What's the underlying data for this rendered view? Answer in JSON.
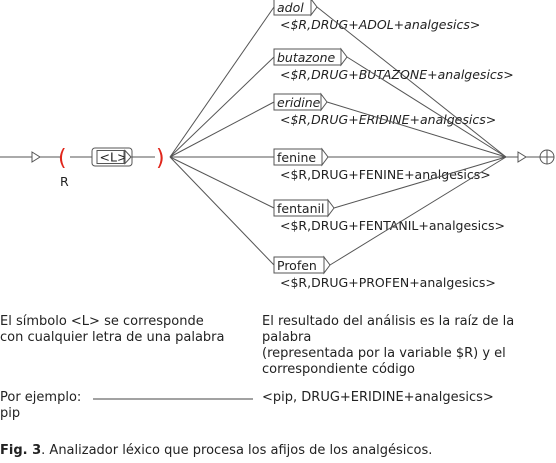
{
  "graph": {
    "left_paren": "(",
    "right_paren": ")",
    "r_output": "R",
    "l_box": "<L>",
    "branches": [
      {
        "box": "adol",
        "italic": true,
        "output": "<$R,DRUG+ADOL+analgesics>"
      },
      {
        "box": "butazone",
        "italic": true,
        "output": "<$R,DRUG+BUTAZONE+analgesics>"
      },
      {
        "box": "eridine",
        "italic": true,
        "output": "<$R,DRUG+ERIDINE+analgesics>"
      },
      {
        "box": "fenine",
        "italic": false,
        "output": "<$R,DRUG+FENINE+analgesics>"
      },
      {
        "box": "fentanil",
        "italic": false,
        "output": "<$R,DRUG+FENTANIL+analgesics>"
      },
      {
        "box": "Profen",
        "italic": false,
        "output": "<$R,DRUG+PROFEN+analgesics>"
      }
    ]
  },
  "notes": {
    "left": "El símbolo <L> se corresponde\ncon cualquier letra de una palabra",
    "right": "El resultado del análisis es la raíz de la palabra\n(representada por la variable $R) y el\ncorrespondiente código"
  },
  "example": {
    "label": "Por ejemplo:\npip",
    "result": "<pip, DRUG+ERIDINE+analgesics>"
  },
  "caption": {
    "prefix": "Fig. 3",
    "text": ". Analizador léxico que procesa los afijos de los analgésicos."
  }
}
